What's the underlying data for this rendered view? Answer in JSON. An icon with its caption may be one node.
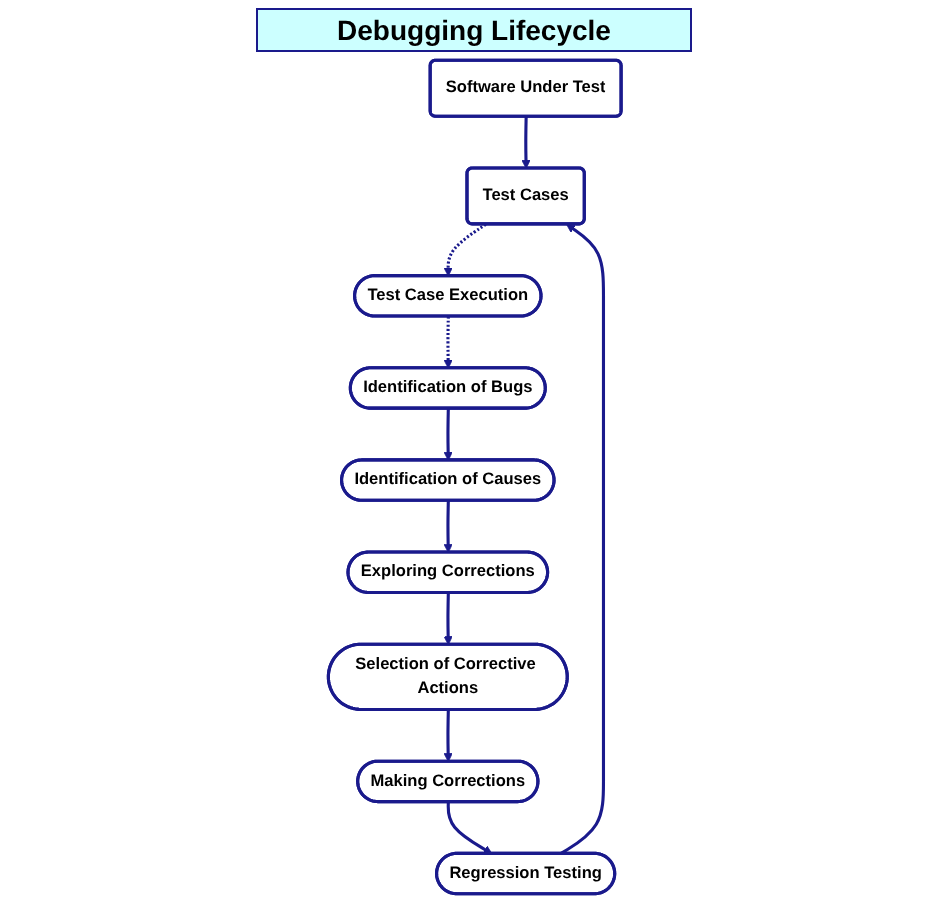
{
  "diagram": {
    "title": "Debugging Lifecycle",
    "nodes": [
      {
        "text": [
          "Software Under Test"
        ]
      },
      {
        "text": [
          "Test Cases"
        ]
      },
      {
        "text": [
          "Test Case Execution"
        ]
      },
      {
        "text": [
          "Identification of Bugs"
        ]
      },
      {
        "text": [
          "Identification of Causes"
        ]
      },
      {
        "text": [
          "Exploring Corrections"
        ]
      },
      {
        "text": [
          "Selection of Corrective Actions"
        ]
      },
      {
        "text": [
          "Making Corrections"
        ]
      },
      {
        "text": [
          "Regression Testing"
        ]
      }
    ],
    "edges": [
      {
        "from": 0,
        "to": 1,
        "arrow": "to"
      },
      {
        "from": 1,
        "to": 2,
        "arrow": "to",
        "style": "dashed"
      },
      {
        "from": 2,
        "to": 3,
        "arrow": "to",
        "style": "dashed"
      },
      {
        "from": 3,
        "to": 4,
        "arrow": "to"
      },
      {
        "from": 4,
        "to": 5,
        "arrow": "to"
      },
      {
        "from": 5,
        "to": 6,
        "arrow": "to"
      },
      {
        "from": 6,
        "to": 7,
        "arrow": "to"
      },
      {
        "from": 7,
        "to": 8,
        "arrow": "to"
      },
      {
        "from": 8,
        "to": 1,
        "arrow": "to"
      }
    ]
  }
}
